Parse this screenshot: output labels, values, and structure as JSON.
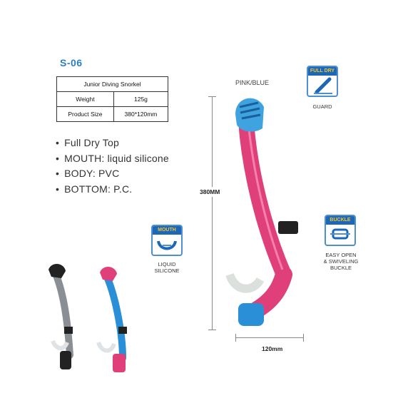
{
  "product": {
    "model": "S-06",
    "spec_table": {
      "title": "Junior Diving Snorkel",
      "rows": [
        {
          "label": "Weight",
          "value": "125g"
        },
        {
          "label": "Product Size",
          "value": "380*120mm"
        }
      ]
    },
    "features": [
      "Full Dry Top",
      "MOUTH: liquid silicone",
      "BODY: PVC",
      "BOTTOM: P.C."
    ],
    "color_label": "PINK/BLUE",
    "dimension_height": "380MM",
    "dimension_width": "120mm"
  },
  "badges": {
    "full_dry": {
      "title": "FULL DRY",
      "caption": "GUARD",
      "icon": "snorkel-top-icon"
    },
    "buckle": {
      "title": "BUCKLE",
      "caption_lines": [
        "EASY OPEN",
        "& SWIVELING",
        "BUCKLE"
      ],
      "icon": "buckle-icon"
    },
    "mouth": {
      "title": "MOUTH",
      "caption_lines": [
        "LIQUID",
        "SILICONE"
      ],
      "icon": "mouthpiece-icon"
    }
  },
  "colors": {
    "accent_blue": "#2b7fc4",
    "badge_blue": "#1c67b6",
    "badge_yellow": "#f4c430",
    "tube_pink": "#e0407a",
    "tube_blue": "#2a8fd6",
    "tube_gray": "#8a8f96"
  }
}
